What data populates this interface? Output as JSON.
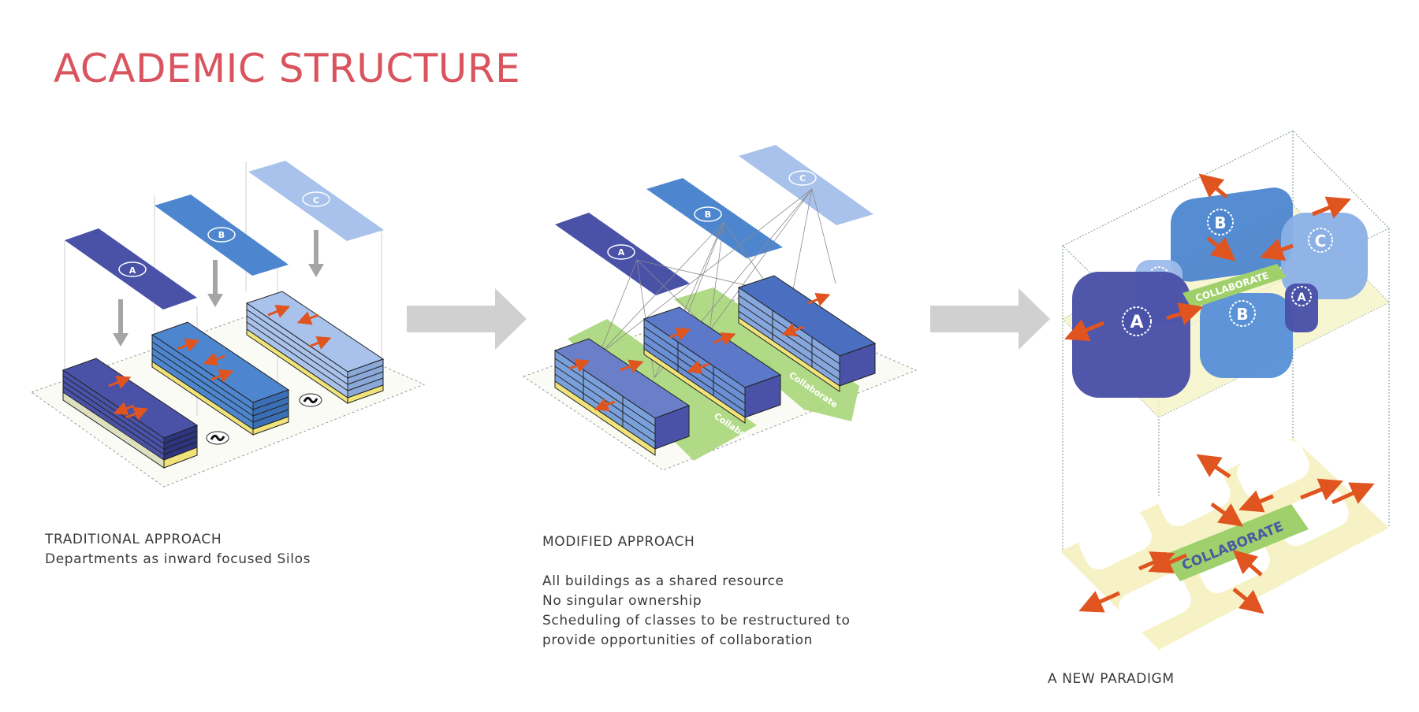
{
  "title": "ACADEMIC STRUCTURE",
  "panel1": {
    "heading": "TRADITIONAL APPROACH",
    "lines": [
      "Departments as inward focused Silos"
    ],
    "department_labels": [
      "A",
      "B",
      "C"
    ]
  },
  "panel2": {
    "heading": "MODIFIED APPROACH",
    "lines": [
      "All buildings as a shared resource",
      "No singular ownership",
      "Scheduling of classes to be restructured to",
      "provide opportunities of collaboration"
    ],
    "department_labels": [
      "A",
      "B",
      "C"
    ],
    "path_labels": [
      "Collaborate",
      "Collaborate"
    ]
  },
  "panel3": {
    "heading": "A NEW PARADIGM",
    "department_labels": [
      "A",
      "B",
      "C",
      "C",
      "B",
      "A"
    ],
    "center_labels": [
      "COLLABORATE",
      "COLLABORATE"
    ]
  },
  "colors": {
    "title": "#d9545e",
    "dept_a": "#4a52a8",
    "dept_b": "#4d86cf",
    "dept_c": "#a9c2ec",
    "arrow_orange": "#e0541f",
    "collab_green": "#9fd06b",
    "base_yellow": "#f5f0c0",
    "gray_arrow": "#cfcfcf"
  }
}
